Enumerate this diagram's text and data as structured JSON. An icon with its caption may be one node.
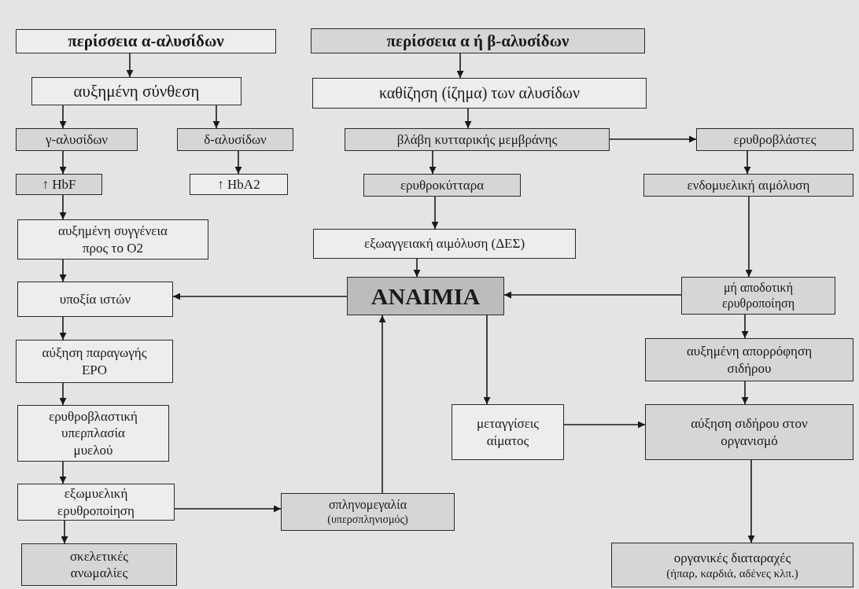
{
  "diagram": {
    "nodes": [
      {
        "text": [
          "περίσσεια α-αλυσίδων"
        ]
      },
      {
        "text": [
          "αυξημένη σύνθεση"
        ]
      },
      {
        "text": [
          "γ-αλυσίδων"
        ]
      },
      {
        "text": [
          "δ-αλυσίδων"
        ]
      },
      {
        "text": [
          "↑ HbF"
        ]
      },
      {
        "text": [
          "↑ HbA2"
        ]
      },
      {
        "text": [
          "αυξημένη συγγένεια προς το O2"
        ]
      },
      {
        "text": [
          "υποξία ιστών"
        ]
      },
      {
        "text": [
          "αύξηση παραγωγής EPO"
        ]
      },
      {
        "text": [
          "ερυθροβλαστική υπερπλασία μυελού"
        ]
      },
      {
        "text": [
          "εξωμυελική ερυθροποίηση"
        ]
      },
      {
        "text": [
          "σκελετικές ανωμαλίες"
        ]
      },
      {
        "text": [
          "περίσσεια α ή β-αλυσίδων"
        ]
      },
      {
        "text": [
          "καθίζηση (ίζημα) των αλυσίδων"
        ]
      },
      {
        "text": [
          "βλάβη κυτταρικής μεμβράνης"
        ]
      },
      {
        "text": [
          "ερυθροβλάστες"
        ]
      },
      {
        "text": [
          "ερυθροκύτταρα"
        ]
      },
      {
        "text": [
          "ενδομυελική αιμόλυση"
        ]
      },
      {
        "text": [
          "εξωαγγειακή αιμόλυση (ΔΕΣ)"
        ]
      },
      {
        "text": [
          "ΑΝΑΙΜΙΑ"
        ]
      },
      {
        "text": [
          "μή αποδοτική ερυθροποίηση"
        ]
      },
      {
        "text": [
          "αυξημένη απορρόφηση σιδήρου"
        ]
      },
      {
        "text": [
          "μεταγγίσεις αίματος"
        ]
      },
      {
        "text": [
          "αύξηση σιδήρου στον οργανισμό"
        ]
      },
      {
        "text": [
          "σπληνομεγαλία",
          "(υπερσπληνισμός)"
        ]
      },
      {
        "text": [
          "οργανικές διαταραχές",
          "(ήπαρ, καρδιά, αδένες κλπ.)"
        ]
      }
    ],
    "edges": [
      {
        "from": 0,
        "to": 1,
        "arrow": "to"
      },
      {
        "from": 1,
        "to": 2,
        "arrow": "to"
      },
      {
        "from": 1,
        "to": 3,
        "arrow": "to"
      },
      {
        "from": 2,
        "to": 4,
        "arrow": "to"
      },
      {
        "from": 3,
        "to": 5,
        "arrow": "to"
      },
      {
        "from": 4,
        "to": 6,
        "arrow": "to"
      },
      {
        "from": 6,
        "to": 7,
        "arrow": "to"
      },
      {
        "from": 7,
        "to": 8,
        "arrow": "to"
      },
      {
        "from": 8,
        "to": 9,
        "arrow": "to"
      },
      {
        "from": 9,
        "to": 10,
        "arrow": "to"
      },
      {
        "from": 10,
        "to": 11,
        "arrow": "to"
      },
      {
        "from": 10,
        "to": 24,
        "arrow": "to"
      },
      {
        "from": 24,
        "to": 19,
        "arrow": "to"
      },
      {
        "from": 12,
        "to": 13,
        "arrow": "to"
      },
      {
        "from": 13,
        "to": 14,
        "arrow": "to"
      },
      {
        "from": 14,
        "to": 15,
        "arrow": "to"
      },
      {
        "from": 14,
        "to": 16,
        "arrow": "to"
      },
      {
        "from": 15,
        "to": 17,
        "arrow": "to"
      },
      {
        "from": 16,
        "to": 18,
        "arrow": "to"
      },
      {
        "from": 18,
        "to": 19,
        "arrow": "to"
      },
      {
        "from": 17,
        "to": 20,
        "arrow": "to"
      },
      {
        "from": 20,
        "to": 19,
        "arrow": "to"
      },
      {
        "from": 19,
        "to": 7,
        "arrow": "to"
      },
      {
        "from": 19,
        "to": 22,
        "arrow": "to"
      },
      {
        "from": 22,
        "to": 23,
        "arrow": "to"
      },
      {
        "from": 20,
        "to": 21,
        "arrow": "to"
      },
      {
        "from": 21,
        "to": 23,
        "arrow": "to"
      },
      {
        "from": 23,
        "to": 25,
        "arrow": "to"
      }
    ]
  }
}
